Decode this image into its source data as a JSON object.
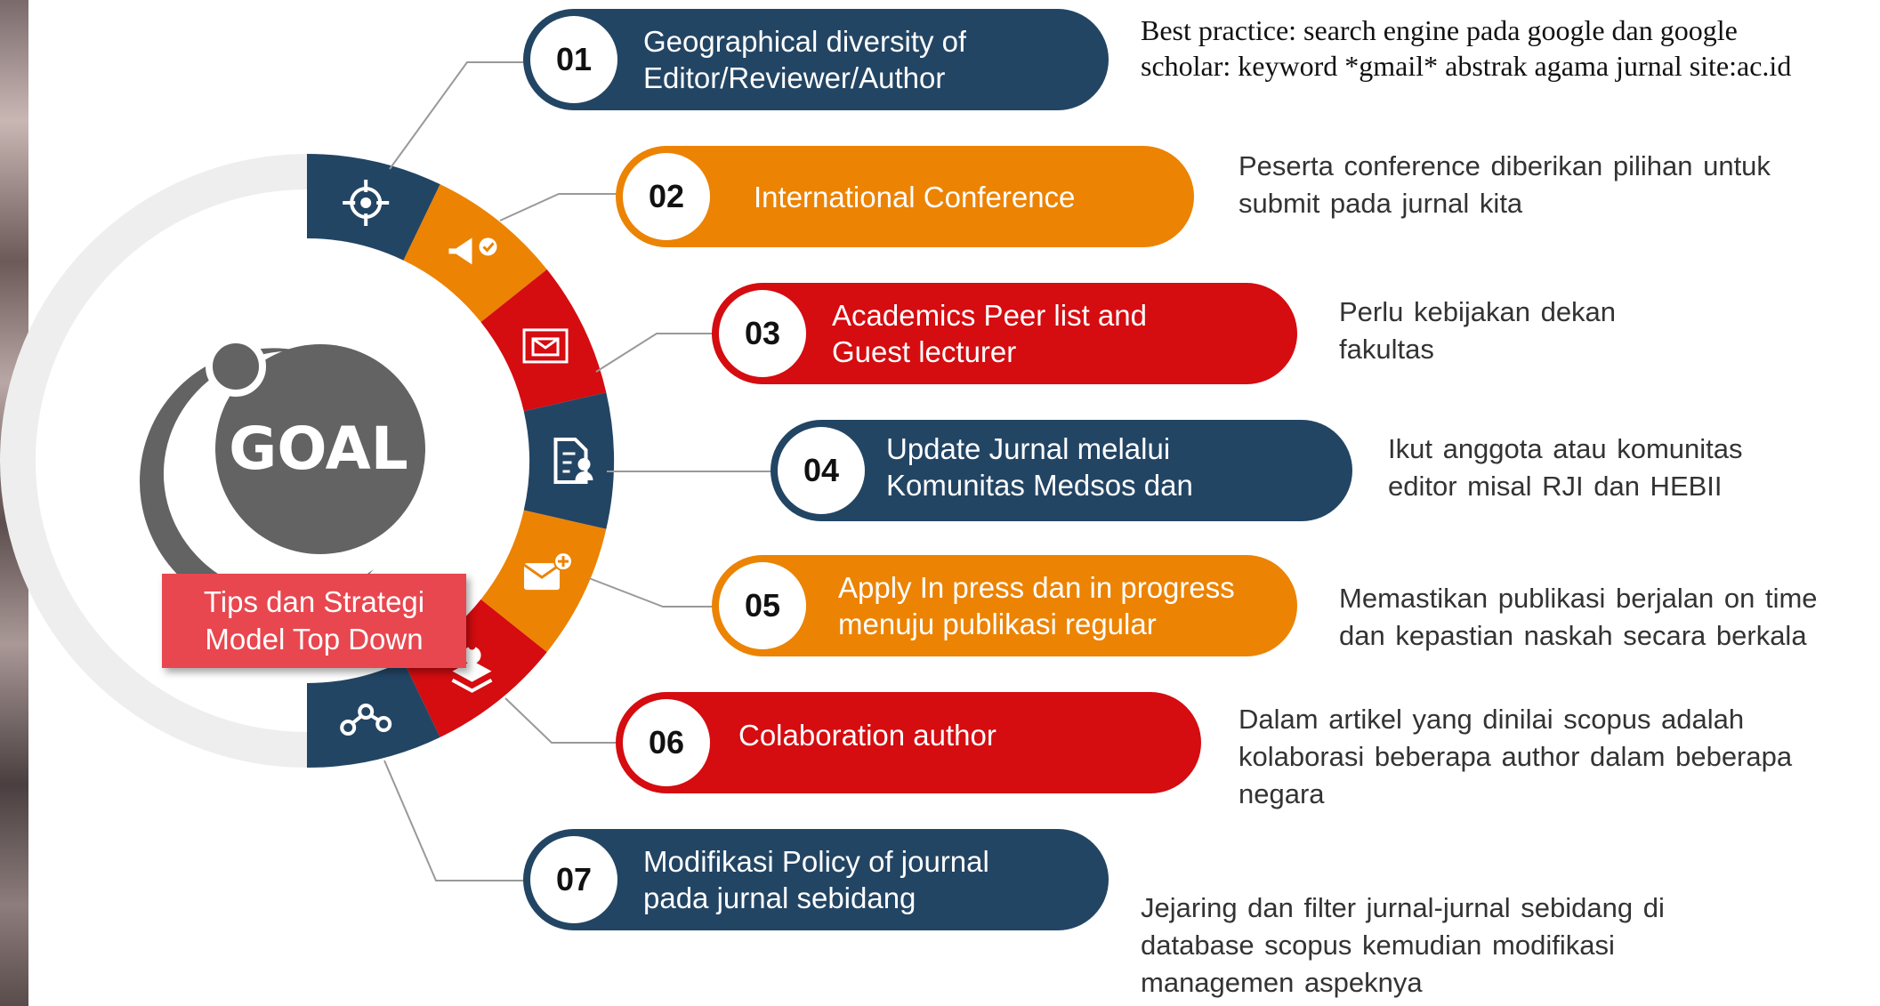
{
  "logo_text": "GOAL",
  "center_caption": "Tips dan Strategi\nModel Top Down",
  "colors": {
    "navy": "#234564",
    "orange": "#ec8303",
    "red": "#d50c10",
    "ring_gray": "#eeeeee",
    "logo_gray": "#636363",
    "caption_red": "#e8474f"
  },
  "segments": [
    {
      "icon": "target-icon",
      "color": "#234564"
    },
    {
      "icon": "megaphone-check-icon",
      "color": "#ec8303"
    },
    {
      "icon": "mail-window-icon",
      "color": "#d50c10"
    },
    {
      "icon": "document-user-icon",
      "color": "#234564"
    },
    {
      "icon": "mail-add-icon",
      "color": "#ec8303"
    },
    {
      "icon": "layers-pin-icon",
      "color": "#d50c10"
    },
    {
      "icon": "network-nodes-icon",
      "color": "#234564"
    }
  ],
  "items": [
    {
      "num": "01",
      "title": "Geographical diversity of\nEditor/Reviewer/Author",
      "color": "#234564",
      "desc": "Best practice: search engine pada google dan google\nscholar: keyword *gmail* abstrak agama jurnal site:ac.id"
    },
    {
      "num": "02",
      "title": "International  Conference",
      "color": "#ec8303",
      "desc": "Peserta conference diberikan pilihan untuk\nsubmit pada jurnal kita"
    },
    {
      "num": "03",
      "title": "Academics Peer list and\nGuest lecturer",
      "color": "#d50c10",
      "desc": "Perlu kebijakan dekan\nfakultas"
    },
    {
      "num": "04",
      "title": "Update Jurnal melalui\nKomunitas Medsos dan\nSosial",
      "color": "#234564",
      "desc": "Ikut anggota atau komunitas\neditor misal RJI dan HEBII"
    },
    {
      "num": "05",
      "title": "Apply In press dan in progress\nmenuju publikasi regular",
      "color": "#ec8303",
      "desc": "Memastikan publikasi berjalan on time\ndan kepastian naskah secara berkala"
    },
    {
      "num": "06",
      "title": "Colaboration author",
      "color": "#d50c10",
      "desc": "Dalam artikel yang dinilai scopus adalah\nkolaborasi beberapa author dalam beberapa\nnegara"
    },
    {
      "num": "07",
      "title": "Modifikasi Policy of journal\npada jurnal sebidang",
      "color": "#234564",
      "desc": "Jejaring dan filter jurnal-jurnal sebidang di\ndatabase scopus kemudian modifikasi\nmanagemen aspeknya"
    }
  ]
}
